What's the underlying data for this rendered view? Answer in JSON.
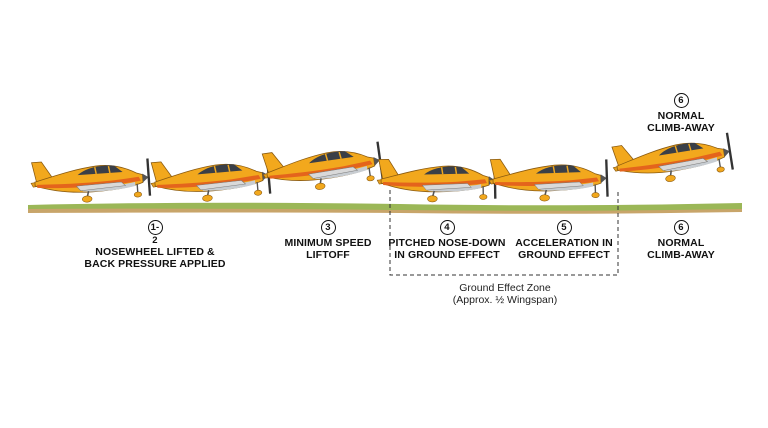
{
  "steps": [
    {
      "number": "1-2",
      "lines": [
        "NOSEWHEEL LIFTED &",
        "BACK PRESSURE APPLIED"
      ]
    },
    {
      "number": "3",
      "lines": [
        "MINIMUM SPEED",
        "LIFTOFF"
      ]
    },
    {
      "number": "4",
      "lines": [
        "PITCHED NOSE-DOWN",
        "IN GROUND EFFECT"
      ]
    },
    {
      "number": "5",
      "lines": [
        "ACCELERATION IN",
        "GROUND EFFECT"
      ]
    },
    {
      "number": "6",
      "lines": [
        "NORMAL",
        "CLIMB-AWAY"
      ]
    }
  ],
  "top_label": {
    "number": "6",
    "lines": [
      "NORMAL",
      "CLIMB-AWAY"
    ]
  },
  "ground_effect_zone": {
    "line1": "Ground Effect Zone",
    "line2": "(Approx. ½ Wingspan)"
  },
  "colors": {
    "fuselage": "#f2a81d",
    "stripe": "#e4641c",
    "belly": "#c8cdd2",
    "window": "#3a3f47",
    "ground": "#8fae4a",
    "dirt": "#c8a56a"
  }
}
